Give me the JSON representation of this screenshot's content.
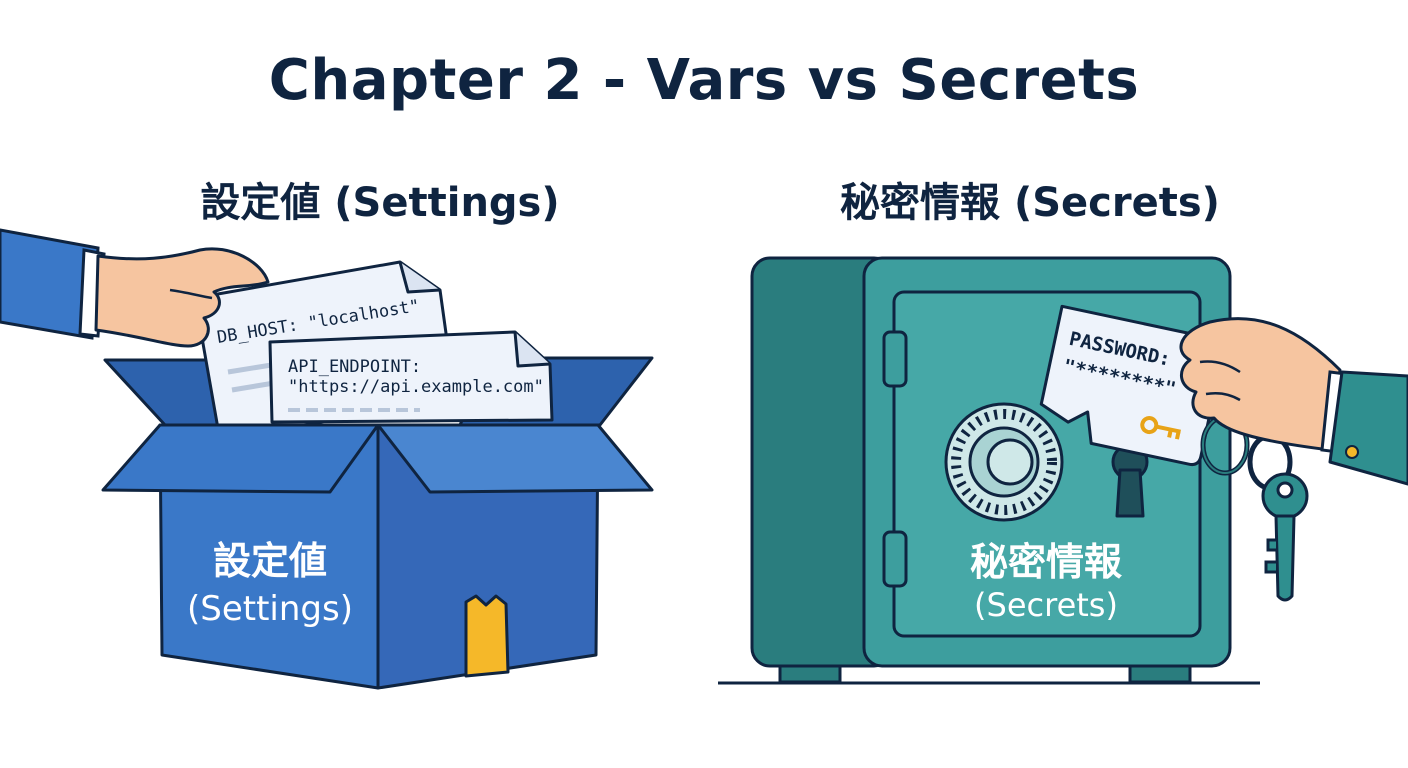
{
  "title": "Chapter 2 - Vars vs Secrets",
  "settings": {
    "heading": "設定値 (Settings)",
    "box_label_jp": "設定値",
    "box_label_en": "(Settings)",
    "doc1_text": "DB_HOST: \"localhost\"",
    "doc2_line1": "API_ENDPOINT:",
    "doc2_line2": "\"https://api.example.com\""
  },
  "secrets": {
    "heading": "秘密情報 (Secrets)",
    "safe_label_jp": "秘密情報",
    "safe_label_en": "(Secrets)",
    "card_line1": "PASSWORD:",
    "card_line2": "\"********\""
  },
  "colors": {
    "title": "#0f2440",
    "box_blue": "#3a78c8",
    "box_blue_dark": "#2d62ad",
    "safe_teal": "#3d9e9e",
    "safe_teal_dark": "#2a7d7e",
    "tape_yellow": "#f5b829",
    "skin": "#f6c5a0",
    "outline": "#0f2440"
  }
}
